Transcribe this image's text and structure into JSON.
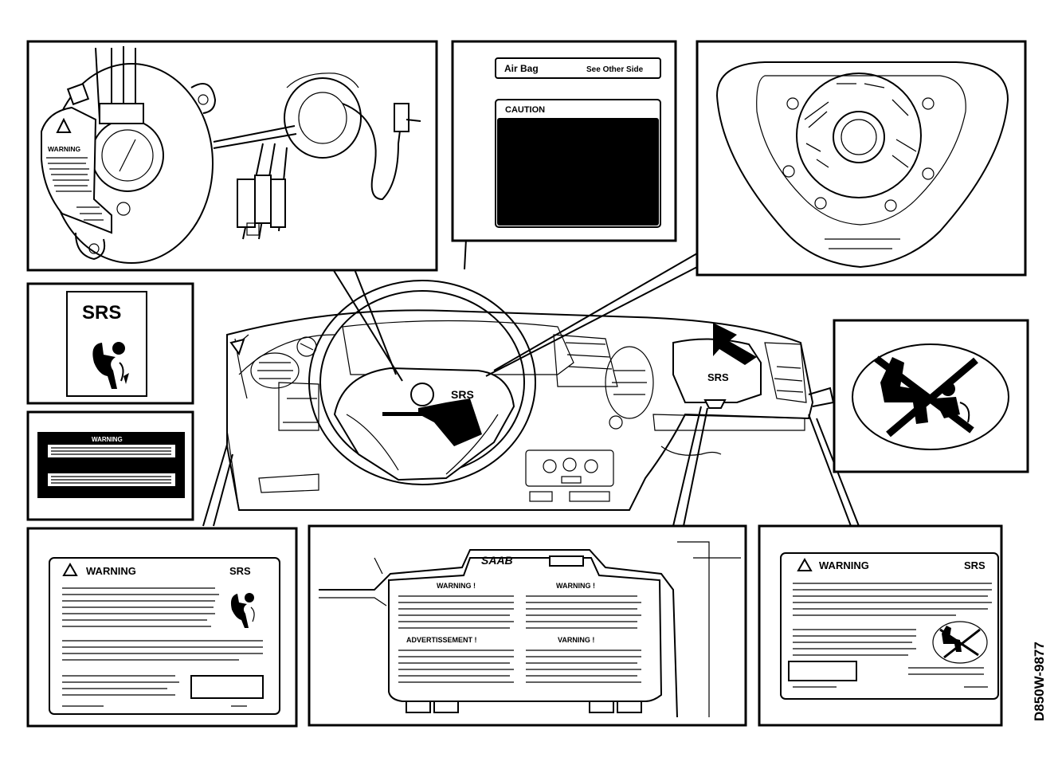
{
  "labels": {
    "steering_srs_label": "SRS",
    "dash_srs_label": "SRS",
    "srs_sticker_title": "SRS",
    "airbag_tag_title": "Air Bag",
    "airbag_tag_side": "See Other Side",
    "airbag_caution_title": "CAUTION",
    "warning_left_title": "WARNING",
    "warning_left_srs": "SRS",
    "warning_right_title": "WARNING",
    "warning_right_srs": "SRS",
    "clock_spring_warning": "WARNING",
    "visor_warning_title": "WARNING",
    "saab_logo": "SAAB",
    "glovebox_warning_en": "WARNING !",
    "glovebox_warning_fr": "ADVERTISSEMENT !",
    "glovebox_warning_en2": "WARNING !",
    "glovebox_warning_se": "VARNING !",
    "figure_code": "D850W-9877"
  }
}
